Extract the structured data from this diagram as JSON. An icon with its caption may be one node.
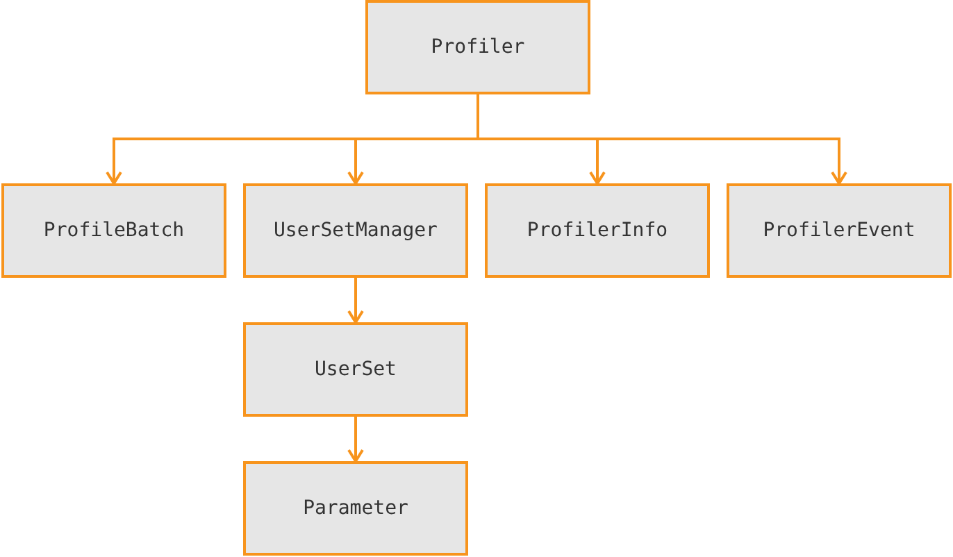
{
  "diagram": {
    "nodes": [
      {
        "text": [
          "Profiler"
        ]
      },
      {
        "text": [
          "ProfileBatch"
        ]
      },
      {
        "text": [
          "UserSetManager"
        ]
      },
      {
        "text": [
          "ProfilerInfo"
        ]
      },
      {
        "text": [
          "ProfilerEvent"
        ]
      },
      {
        "text": [
          "UserSet"
        ]
      },
      {
        "text": [
          "Parameter"
        ]
      }
    ],
    "edges": [
      {
        "from": 0,
        "to": 1,
        "arrow": "to"
      },
      {
        "from": 0,
        "to": 2,
        "arrow": "to"
      },
      {
        "from": 0,
        "to": 3,
        "arrow": "to"
      },
      {
        "from": 0,
        "to": 4,
        "arrow": "to"
      },
      {
        "from": 2,
        "to": 5,
        "arrow": "to"
      },
      {
        "from": 5,
        "to": 6,
        "arrow": "to"
      }
    ]
  }
}
